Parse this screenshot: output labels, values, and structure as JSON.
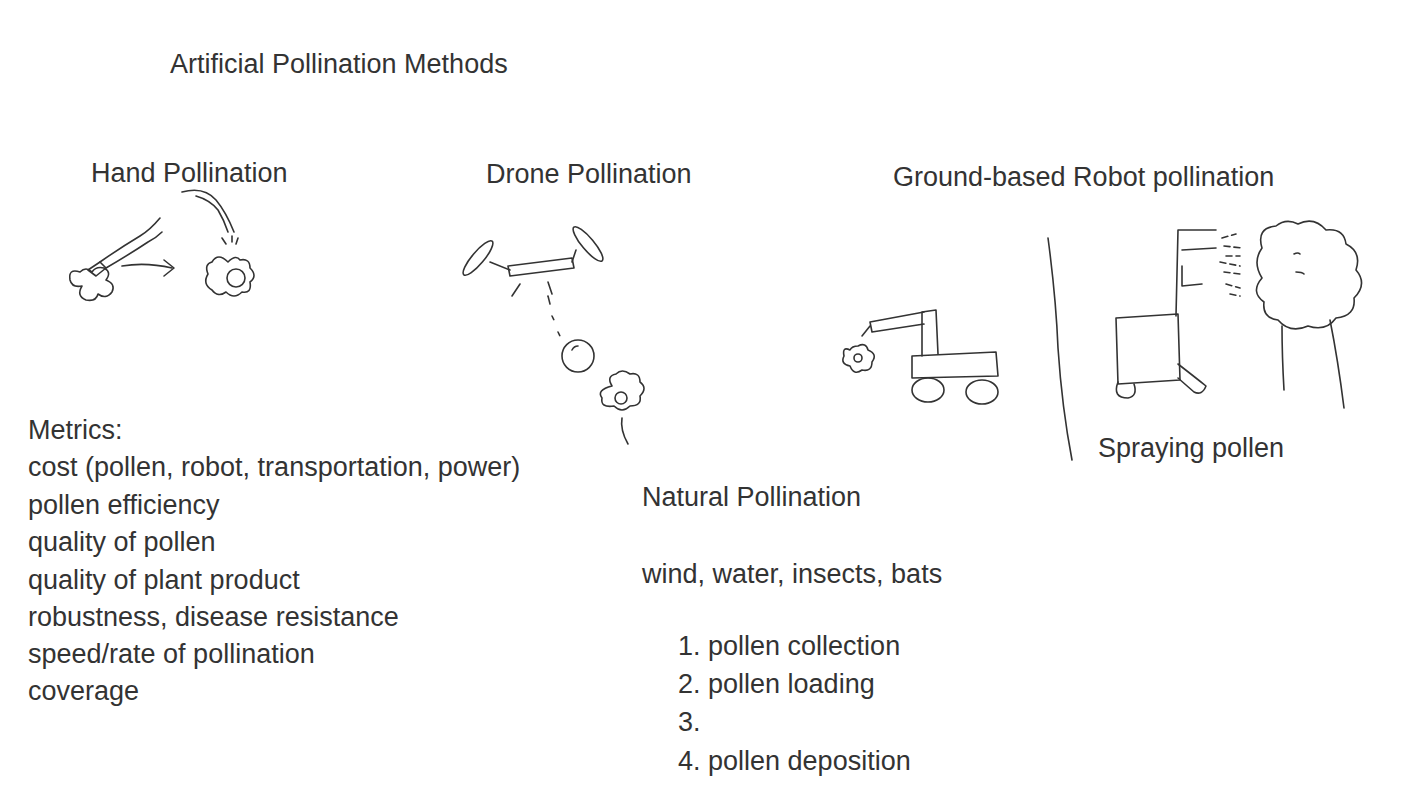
{
  "diagram": {
    "title": "Artificial Pollination Methods",
    "labels": [
      "Hand Pollination",
      "Drone Pollination",
      "Ground-based Robot pollination",
      "Spraying pollen",
      "Metrics:",
      "cost (pollen, robot, transportation, power)",
      "pollen efficiency",
      "quality of pollen",
      "quality of plant product",
      "robustness, disease resistance",
      "speed/rate of pollination",
      "coverage",
      "Natural Pollination",
      "wind, water, insects, bats",
      "1. pollen collection",
      "2. pollen loading",
      "3.",
      "4. pollen deposition"
    ]
  }
}
